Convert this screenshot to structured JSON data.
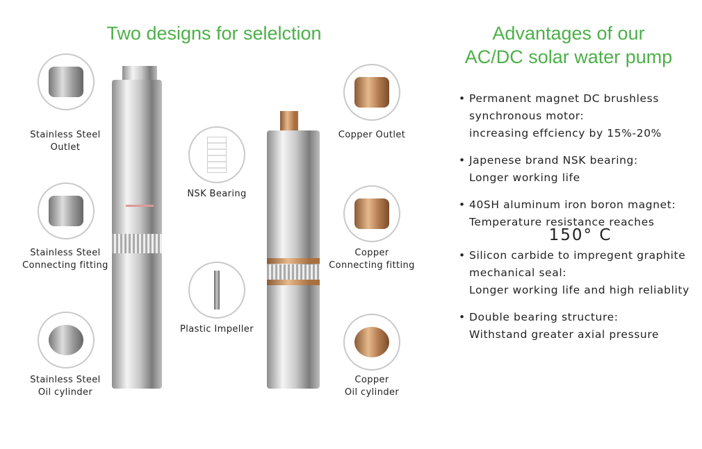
{
  "left_title": "Two designs for selelction",
  "right_title": [
    "Advantages of our",
    "AC/DC solar water pump"
  ],
  "parts": {
    "ss_outlet": [
      "Stainless Steel",
      "Outlet"
    ],
    "ss_fitting": [
      "Stainless Steel",
      "Connecting fitting"
    ],
    "ss_oil": [
      "Stainless Steel",
      "Oil cylinder"
    ],
    "nsk": "NSK Bearing",
    "impeller": "Plastic Impeller",
    "cu_outlet": "Copper Outlet",
    "cu_fitting": [
      "Copper",
      "Connecting fitting"
    ],
    "cu_oil": [
      "Copper",
      "Oil cylinder"
    ]
  },
  "advantages": [
    [
      "Permanent magnet DC brushless",
      "synchronous motor:",
      "increasing effciency by 15%-20%"
    ],
    [
      "Japenese brand NSK bearing:",
      "Longer working life"
    ],
    [
      "40SH aluminum iron boron magnet:",
      "Temperature resistance reaches"
    ],
    [
      "Silicon carbide to impregent graphite",
      "mechanical seal:",
      "Longer working life and high reliablity"
    ],
    [
      "Double bearing structure:",
      "Withstand greater axial pressure"
    ]
  ],
  "temperature": "150° C",
  "accent_color": "#4cb048"
}
